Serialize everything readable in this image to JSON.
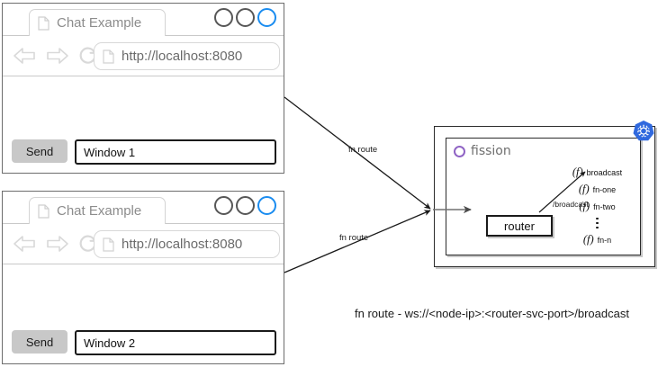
{
  "browsers": [
    {
      "name": "window-1",
      "tab": {
        "label": "Chat Example",
        "icon": "document-icon"
      },
      "window_controls": [
        {
          "icon": "window-ring-icon",
          "color": "#575757"
        },
        {
          "icon": "window-ring-icon",
          "color": "#575757"
        },
        {
          "icon": "window-ring-icon",
          "color": "#1a8cf0"
        }
      ],
      "nav": {
        "back_icon": "back-arrow-icon",
        "forward_icon": "forward-arrow-icon",
        "reload_icon": "reload-icon"
      },
      "url": "http://localhost:8080",
      "url_icon": "document-icon",
      "send_label": "Send",
      "message_value": "Window 1",
      "message_placeholder": ""
    },
    {
      "name": "window-2",
      "tab": {
        "label": "Chat Example",
        "icon": "document-icon"
      },
      "window_controls": [
        {
          "icon": "window-ring-icon",
          "color": "#575757"
        },
        {
          "icon": "window-ring-icon",
          "color": "#575757"
        },
        {
          "icon": "window-ring-icon",
          "color": "#1a8cf0"
        }
      ],
      "nav": {
        "back_icon": "back-arrow-icon",
        "forward_icon": "forward-arrow-icon",
        "reload_icon": "reload-icon"
      },
      "url": "http://localhost:8080",
      "url_icon": "document-icon",
      "send_label": "Send",
      "message_value": "Window 2",
      "message_placeholder": ""
    }
  ],
  "diagram": {
    "connector_labels": {
      "top": "fn route",
      "bottom": "fn route"
    },
    "cluster": {
      "badge_icon": "kubernetes-icon",
      "badge_color": "#3069de",
      "namespace": {
        "logo_icon": "fission-ring-icon",
        "logo_color": "#8f63c4",
        "name": "fission"
      },
      "router": {
        "label": "router"
      },
      "router_path_label": "/broadcast",
      "functions": [
        {
          "mark": "(f)",
          "name": "broadcast"
        },
        {
          "mark": "(f)",
          "name": "fn-one"
        },
        {
          "mark": "(f)",
          "name": "fn-two"
        },
        {
          "mark": "",
          "name": "ellipsis"
        },
        {
          "mark": "(f)",
          "name": "fn-n"
        }
      ]
    },
    "caption": "fn route - ws://<node-ip>:<router-svc-port>/broadcast"
  }
}
